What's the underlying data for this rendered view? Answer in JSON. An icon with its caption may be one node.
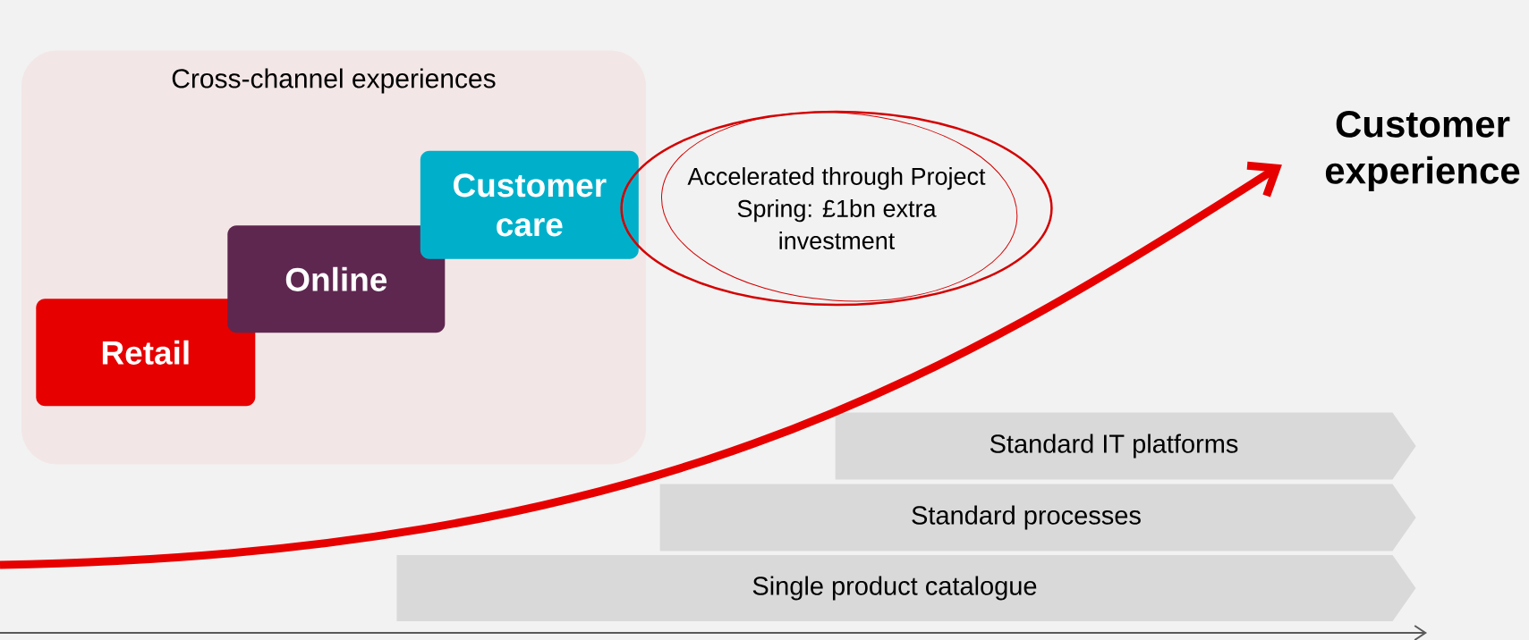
{
  "diagram": {
    "nodes": [
      {
        "text": [
          "Cross-channel experiences"
        ]
      },
      {
        "text": [
          "Retail"
        ],
        "in": 0
      },
      {
        "text": [
          "Online"
        ],
        "in": 0
      },
      {
        "text": [
          "Customer care"
        ],
        "in": 0
      },
      {
        "text": [
          "Accelerated through Project Spring: £1bn extra investment"
        ]
      },
      {
        "text": [
          "Customer experience"
        ]
      },
      {
        "text": [
          "Standard IT platforms"
        ]
      },
      {
        "text": [
          "Standard processes"
        ]
      },
      {
        "text": [
          "Single product catalogue"
        ]
      }
    ],
    "edges": [
      {
        "from": null,
        "to": 5,
        "arrow": "to",
        "color": "#e60000"
      }
    ]
  }
}
